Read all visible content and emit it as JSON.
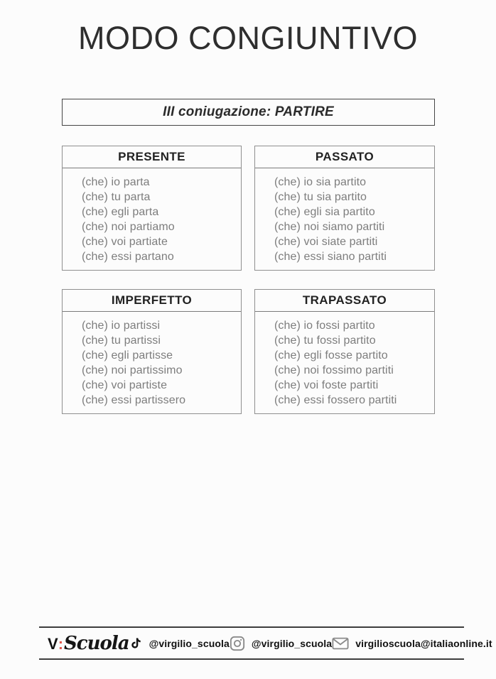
{
  "page": {
    "title": "MODO CONGIUNTIVO",
    "subtitle": "III coniugazione: PARTIRE"
  },
  "tables": [
    {
      "header": "PRESENTE",
      "rows": [
        "(che) io parta",
        "(che) tu parta",
        "(che) egli parta",
        "(che) noi partiamo",
        "(che) voi partiate",
        "(che) essi partano"
      ]
    },
    {
      "header": "PASSATO",
      "rows": [
        "(che) io sia partito",
        "(che) tu sia partito",
        "(che) egli sia partito",
        "(che) noi siamo partiti",
        "(che) voi siate partiti",
        "(che) essi siano partiti"
      ]
    },
    {
      "header": "IMPERFETTO",
      "rows": [
        "(che) io partissi",
        "(che) tu partissi",
        "(che) egli partisse",
        "(che) noi partissimo",
        "(che) voi partiste",
        "(che) essi partissero"
      ]
    },
    {
      "header": "TRAPASSATO",
      "rows": [
        "(che) io fossi partito",
        "(che) tu fossi partito",
        "(che) egli fosse partito",
        "(che) noi fossimo partiti",
        "(che) voi foste partiti",
        "(che) essi fossero partiti"
      ]
    }
  ],
  "footer": {
    "logo": {
      "v": "V",
      "colon": ":",
      "name": "Scuola"
    },
    "tiktok_handle": "@virgilio_scuola",
    "instagram_handle": "@virgilio_scuola",
    "email": "virgilioscuola@italiaonline.it",
    "icons": [
      "tiktok-icon",
      "instagram-icon",
      "email-icon"
    ]
  },
  "colors": {
    "logo_colon_accent": "#e2574c",
    "card_border": "#8f8f8f",
    "row_text": "#7d7d7d",
    "divider": "#3d3d3d"
  }
}
